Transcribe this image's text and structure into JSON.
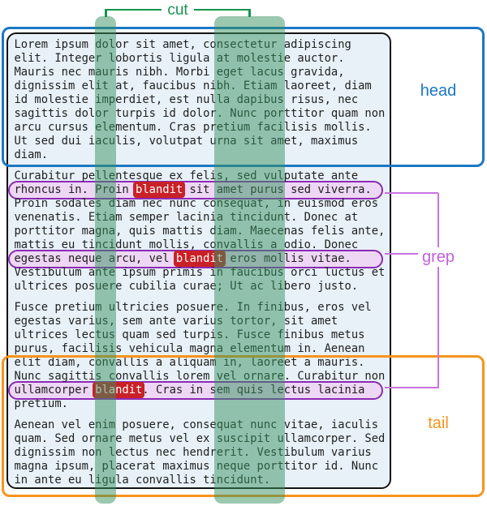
{
  "labels": {
    "cut": "cut",
    "head": "head",
    "grep": "grep",
    "tail": "tail"
  },
  "colors": {
    "cut_green": "#17944f",
    "bar_green": "rgba(55,145,95,0.5)",
    "head_blue": "#1b78c4",
    "tail_orange": "#f7941d",
    "grep_purple_border": "#8c2bb4",
    "grep_purple_fill": "#eed7f4",
    "grep_label": "#c35fdc",
    "match_red": "#c92127",
    "doc_bg": "#e8f1f8"
  },
  "document": {
    "lines": [
      {
        "segments": [
          {
            "text": "Lorem ipsum dolor sit amet, consectetur adipiscing"
          }
        ]
      },
      {
        "segments": [
          {
            "text": "elit. Integer lobortis ligula at molestie auctor."
          }
        ]
      },
      {
        "segments": [
          {
            "text": "Mauris nec mauris nibh. Morbi eget lacus gravida,"
          }
        ]
      },
      {
        "segments": [
          {
            "text": "dignissim elit at, faucibus nibh. Etiam laoreet, diam"
          }
        ]
      },
      {
        "segments": [
          {
            "text": "id molestie imperdiet, est nulla dapibus risus, nec"
          }
        ]
      },
      {
        "segments": [
          {
            "text": "sagittis dolor turpis id dolor. Nunc porttitor quam non"
          }
        ]
      },
      {
        "segments": [
          {
            "text": "arcu cursus elementum. Cras pretium facilisis mollis."
          }
        ]
      },
      {
        "segments": [
          {
            "text": "Ut sed dui iaculis, volutpat urna sit amet, maximus"
          }
        ]
      },
      {
        "segments": [
          {
            "text": "diam."
          }
        ]
      },
      {
        "gap_before": true,
        "segments": [
          {
            "text": "Curabitur pellentesque ex felis, sed vulputate ante"
          }
        ]
      },
      {
        "grep": true,
        "segments": [
          {
            "text": "rhoncus in. Proin "
          },
          {
            "text": "blandit",
            "match": true
          },
          {
            "text": " sit amet purus sed viverra."
          }
        ]
      },
      {
        "segments": [
          {
            "text": "Proin sodales diam nec nunc consequat, in euismod eros"
          }
        ]
      },
      {
        "segments": [
          {
            "text": "venenatis. Etiam semper lacinia tincidunt. Donec at"
          }
        ]
      },
      {
        "segments": [
          {
            "text": "porttitor magna, quis mattis diam. Maecenas felis ante,"
          }
        ]
      },
      {
        "segments": [
          {
            "text": "mattis eu tincidunt mollis, convallis a odio. Donec"
          }
        ]
      },
      {
        "grep": true,
        "segments": [
          {
            "text": "egestas neque arcu, vel "
          },
          {
            "text": "blandit",
            "match": true
          },
          {
            "text": " eros mollis vitae."
          }
        ]
      },
      {
        "segments": [
          {
            "text": "Vestibulum ante ipsum primis in faucibus orci luctus et"
          }
        ]
      },
      {
        "segments": [
          {
            "text": "ultrices posuere cubilia curae; Ut ac libero justo."
          }
        ]
      },
      {
        "gap_before": true,
        "segments": [
          {
            "text": "Fusce pretium ultricies posuere. In finibus, eros vel"
          }
        ]
      },
      {
        "segments": [
          {
            "text": "egestas varius, sem ante varius tortor, sit amet"
          }
        ]
      },
      {
        "segments": [
          {
            "text": "ultrices lectus quam sed turpis. Fusce finibus metus"
          }
        ]
      },
      {
        "segments": [
          {
            "text": "purus, facilisis vehicula magna elementum in. Aenean"
          }
        ]
      },
      {
        "segments": [
          {
            "text": "elit diam, convallis a aliquam in, laoreet a mauris."
          }
        ]
      },
      {
        "segments": [
          {
            "text": "Nunc sagittis convallis lorem vel ornare. Curabitur non"
          }
        ]
      },
      {
        "grep": true,
        "segments": [
          {
            "text": "ullamcorper "
          },
          {
            "text": "blandit",
            "match": true
          },
          {
            "text": ". Cras in sem quis lectus lacinia"
          }
        ]
      },
      {
        "segments": [
          {
            "text": "pretium."
          }
        ]
      },
      {
        "gap_before": true,
        "segments": [
          {
            "text": "Aenean vel enim posuere, consequat nunc vitae, iaculis"
          }
        ]
      },
      {
        "segments": [
          {
            "text": "quam. Sed ornare metus vel ex suscipit ullamcorper. Sed"
          }
        ]
      },
      {
        "segments": [
          {
            "text": "dignissim non lectus nec hendrerit. Vestibulum varius"
          }
        ]
      },
      {
        "segments": [
          {
            "text": "magna ipsum, placerat maximus neque porttitor id. Nunc"
          }
        ]
      },
      {
        "segments": [
          {
            "text": "in ante eu ligula convallis tincidunt."
          }
        ]
      }
    ]
  }
}
